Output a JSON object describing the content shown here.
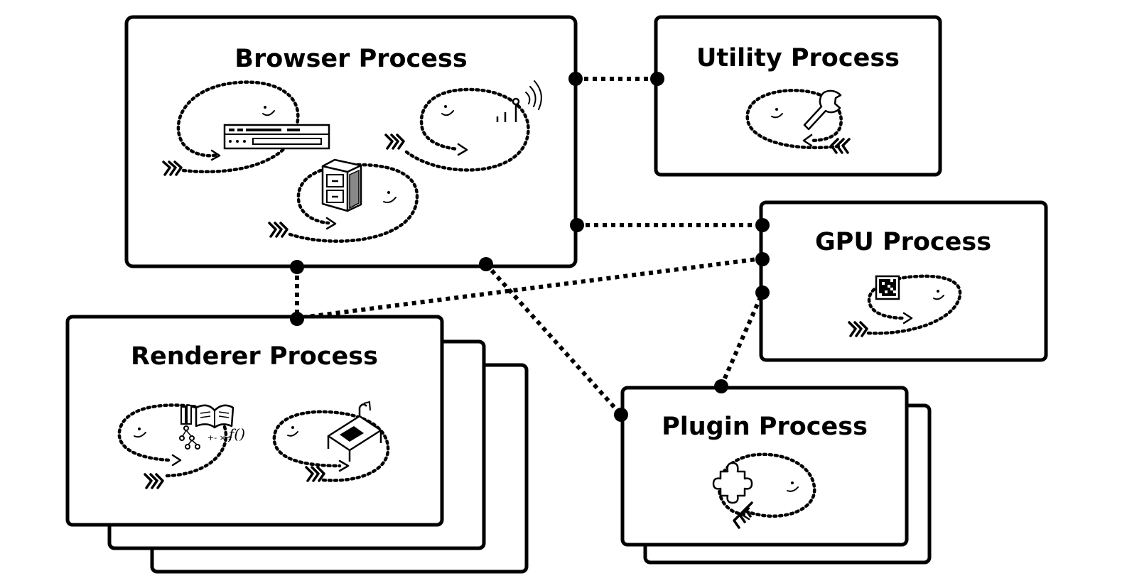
{
  "diagram": {
    "processes": {
      "browser": "Browser Process",
      "utility": "Utility Process",
      "gpu": "GPU Process",
      "renderer": "Renderer Process",
      "plugin": "Plugin Process"
    },
    "renderer_formula_label": "f()",
    "renderer_math_label": "+-\n×÷",
    "connections": [
      {
        "from": "Browser Process",
        "to": "Utility Process"
      },
      {
        "from": "Browser Process",
        "to": "GPU Process"
      },
      {
        "from": "Browser Process",
        "to": "Renderer Process"
      },
      {
        "from": "Browser Process",
        "to": "Plugin Process"
      },
      {
        "from": "Renderer Process",
        "to": "GPU Process"
      },
      {
        "from": "Plugin Process",
        "to": "GPU Process"
      }
    ],
    "line_color": "#000000",
    "background_color": "#ffffff"
  }
}
